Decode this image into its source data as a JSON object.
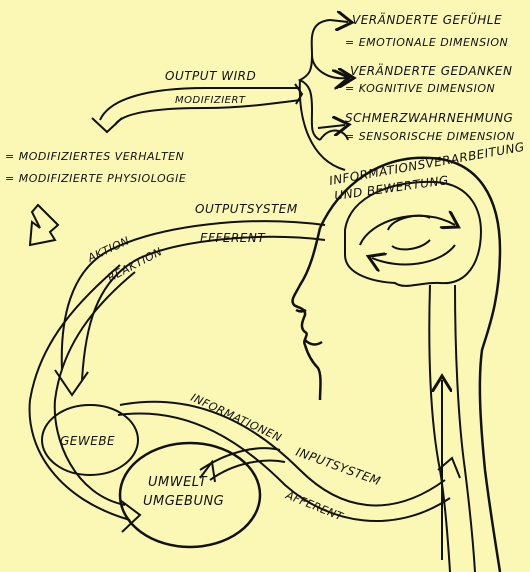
{
  "labels": {
    "emotional_1": "VERÄNDERTE GEFÜHLE",
    "emotional_2": "= EMOTIONALE DIMENSION",
    "cognitive_1": "VERÄNDERTE GEDANKEN",
    "cognitive_2": "= KOGNITIVE DIMENSION",
    "sensory_1": "SCHMERZWAHRNEHMUNG",
    "sensory_2": "= SENSORISCHE DIMENSION",
    "output_1": "OUTPUT WIRD",
    "output_2": "MODIFIZIERT",
    "behavior": "= MODIFIZIERTES VERHALTEN",
    "physiology": "= MODIFIZIERTE PHYSIOLOGIE",
    "processing_1": "INFORMATIONSVERARBEITUNG",
    "processing_2": "UND BEWERTUNG",
    "aktion": "AKTION",
    "reaktion": "REAKTION",
    "outputsystem": "OUTPUTSYSTEM",
    "efferent": "EFFERENT",
    "gewebe": "GEWEBE",
    "umwelt_1": "UMWELT",
    "umwelt_2": "UMGEBUNG",
    "informationen": "INFORMATIONEN",
    "inputsystem": "INPUTSYSTEM",
    "afferent": "AFFERENT"
  },
  "colors": {
    "background": "#fbf7b4",
    "ink": "#111111"
  }
}
